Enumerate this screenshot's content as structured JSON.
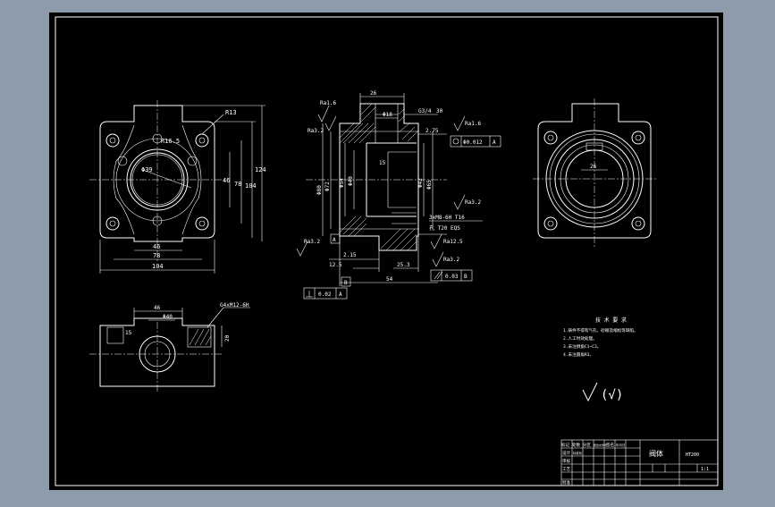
{
  "colors": {
    "outer_frame": "#8e9bab",
    "sheet_background": "#000000",
    "linework": "#ffffff"
  },
  "front_view": {
    "dim_r13": "R13",
    "dim_r16_5": "R16.5",
    "dim_d39": "Φ39",
    "dim_46_h": "46",
    "dim_78_h": "78",
    "dim_104_h": "104",
    "dim_46_v": "46",
    "dim_78_v": "78",
    "dim_104_v": "104",
    "dim_124_v": "124"
  },
  "section_view": {
    "dim_26": "26",
    "dim_d18": "Φ18",
    "dim_g3_4": "G3/4",
    "dim_30": "30",
    "dim_2_75": "2.75",
    "dim_15": "15",
    "thread_note": "3xM8-6H T16",
    "thread_note_2": "孔 T20 EQS",
    "dim_12_5": "12.5",
    "dim_2_15": "2.15",
    "dim_25_3": "25.3",
    "dim_54": "54",
    "datum_a": "A",
    "datum_b": "B",
    "rough_1_6_top": "Ra1.6",
    "rough_3_2_left": "Ra3.2",
    "rough_3_2_a": "Ra3.2",
    "rough_3_2_b": "Ra3.2",
    "rough_3_2_c": "Ra3.2",
    "rough_12_5": "Ra12.5",
    "rough_1_6_right": "Ra1.6",
    "gdt_position": "Φ0.012",
    "gdt_position_datum": "A",
    "gdt_parallel": "0.03",
    "gdt_parallel_datum": "B",
    "gdt_perp": "0.02",
    "gdt_perp_datum": "A",
    "dim_d80": "Φ80",
    "dim_d72": "Φ72",
    "dim_d54": "Φ54",
    "dim_d40": "Φ40",
    "dim_d42": "Φ42",
    "dim_d65": "Φ65"
  },
  "bottom_view": {
    "dim_46": "46",
    "dim_d40": "Φ40",
    "dim_thread": "G4xM12-6H",
    "dim_20": "20",
    "dim_small": "15"
  },
  "tech_req": {
    "title": "技 术 要 求",
    "lines": [
      "1.铸件不得有气孔、砂眼及缩松等缺陷。",
      "2.人工时效处理。",
      "3.未注倒角C1~C3。",
      "4.未注圆角R3。"
    ]
  },
  "roughness_symbol": "(√)",
  "title_block": {
    "part_name": "阀体",
    "material": "HT200",
    "scale": "1:1",
    "headers": [
      "标记",
      "处数",
      "分区",
      "更改文件号",
      "签名",
      "年月日"
    ],
    "row_labels": [
      "设计",
      "标准化",
      "审核",
      "工艺",
      "批准"
    ]
  }
}
